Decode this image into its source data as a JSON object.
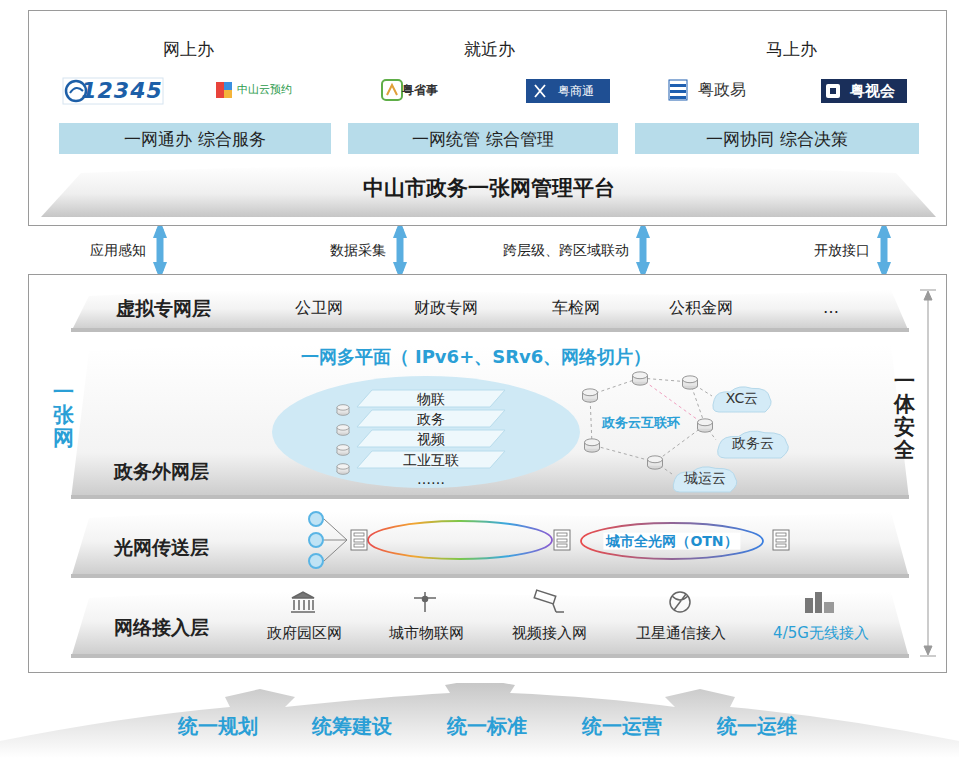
{
  "diagram": {
    "nodes": [
      {
        "text": [
          "网上办",
          "就近办",
          "马上办"
        ]
      },
      {
        "text": [
          "一网通办  综合服务"
        ],
        "in": 0
      },
      {
        "text": [
          "一网统管  综合管理"
        ],
        "in": 0
      },
      {
        "text": [
          "一网协同  综合决策"
        ],
        "in": 0
      },
      {
        "text": [
          "中山市政务一张网管理平台"
        ],
        "in": 0
      },
      {
        "text": [
          "一张网",
          "一体安全"
        ]
      },
      {
        "text": [
          "虚拟专网层",
          "公卫网",
          "财政专网",
          "车检网",
          "公积金网",
          "…"
        ],
        "in": 5
      },
      {
        "text": [
          "一网多平面（ IPv6+、SRv6、网络切片）",
          "政务外网层"
        ],
        "in": 5
      },
      {
        "text": [
          "物联",
          "政务",
          "视频",
          "工业互联",
          "……"
        ],
        "in": 7
      },
      {
        "text": [
          "政务云互联环"
        ],
        "in": 7
      },
      {
        "text": [
          "XC云"
        ],
        "in": 7
      },
      {
        "text": [
          "政务云"
        ],
        "in": 7
      },
      {
        "text": [
          "城运云"
        ],
        "in": 7
      },
      {
        "text": [
          "光网传送层"
        ],
        "in": 5
      },
      {
        "text": [
          "城市全光网（OTN）"
        ],
        "in": 13
      },
      {
        "text": [
          "网络接入层",
          "政府园区网",
          "城市物联网",
          "视频接入网",
          "卫星通信接入",
          "4/5G无线接入"
        ],
        "in": 5
      },
      {
        "text": [
          "统一规划",
          "统筹建设",
          "统一标准",
          "统一运营",
          "统一运维"
        ]
      }
    ],
    "edges": [
      {
        "from": 0,
        "to": 5,
        "arrow": "both",
        "label": "应用感知"
      },
      {
        "from": 0,
        "to": 5,
        "arrow": "both",
        "label": "数据采集"
      },
      {
        "from": 0,
        "to": 5,
        "arrow": "both",
        "label": "跨层级、跨区域联动"
      },
      {
        "from": 0,
        "to": 5,
        "arrow": "both",
        "label": "开放接口"
      }
    ],
    "labels": [
      "12345",
      "中山云预约",
      "粤省事",
      "粤商通",
      "粤政易",
      "粤视会"
    ]
  }
}
